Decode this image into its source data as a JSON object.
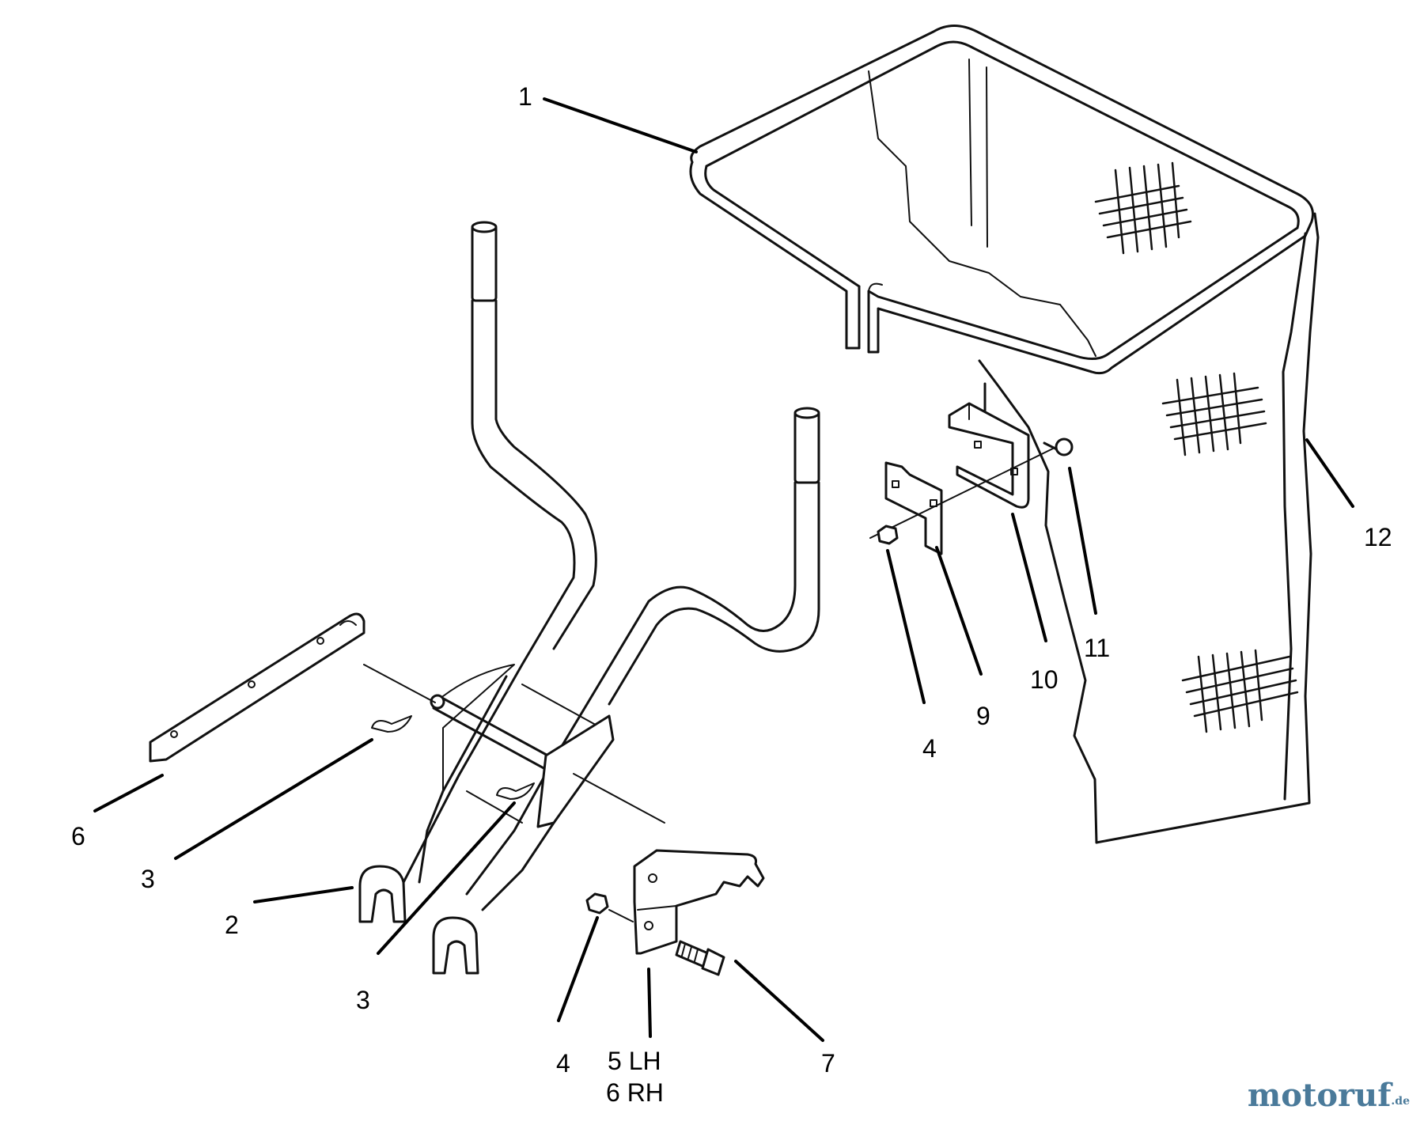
{
  "callouts": [
    {
      "id": "c1",
      "label": "1"
    },
    {
      "id": "c12",
      "label": "12"
    },
    {
      "id": "c11",
      "label": "11"
    },
    {
      "id": "c10",
      "label": "10"
    },
    {
      "id": "c9",
      "label": "9"
    },
    {
      "id": "c4a",
      "label": "4"
    },
    {
      "id": "c6",
      "label": "6"
    },
    {
      "id": "c3a",
      "label": "3"
    },
    {
      "id": "c2",
      "label": "2"
    },
    {
      "id": "c3b",
      "label": "3"
    },
    {
      "id": "c4b",
      "label": "4"
    },
    {
      "id": "c5a",
      "label": "5 LH"
    },
    {
      "id": "c5b",
      "label": "6 RH"
    },
    {
      "id": "c7",
      "label": "7"
    }
  ],
  "watermark": {
    "main": "motoruf",
    "suffix": ".de"
  }
}
